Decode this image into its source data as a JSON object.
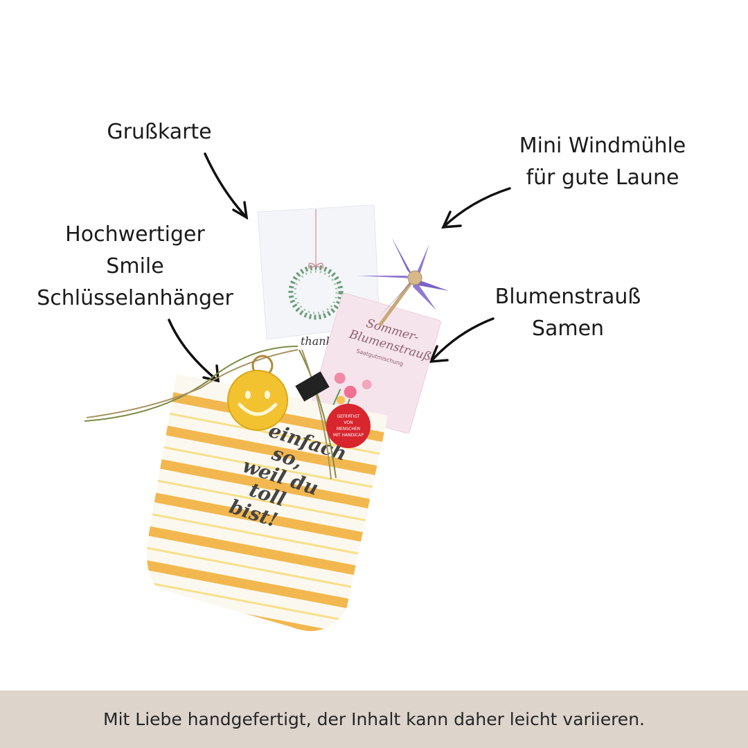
{
  "labels": {
    "greeting_card": [
      "Grußkarte"
    ],
    "windmill": [
      "Mini Windmühle",
      "für gute Laune"
    ],
    "keychain": [
      "Hochwertiger",
      "Smile",
      "Schlüsselanhänger"
    ],
    "seeds": [
      "Blumenstrauß",
      "Samen"
    ]
  },
  "product": {
    "bag_text": [
      "einfach",
      "so,",
      "weil du",
      "toll",
      "bist!"
    ],
    "seed_packet": [
      "Sommer-",
      "Blumenstrauß",
      "Saatgutmischung"
    ],
    "card_text": "thank",
    "sticker": [
      "GEFERTIGT",
      "VON",
      "MENSCHEN",
      "MIT HANDICAP"
    ]
  },
  "footer": {
    "note": "Mit Liebe handgefertigt, der Inhalt kann daher leicht variieren."
  },
  "colors": {
    "footer_bg": "#ddd4cc",
    "stripe": "#f2b84f",
    "windmill": "#7b62c9",
    "smile": "#f2c230",
    "sticker": "#d8252e"
  }
}
